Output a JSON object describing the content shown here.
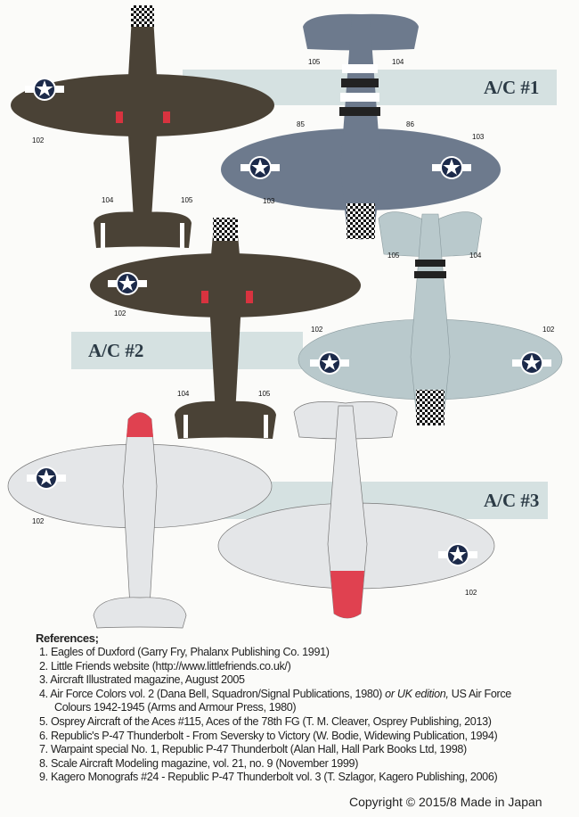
{
  "profiles": [
    {
      "title": "A/C #1"
    },
    {
      "title": "A/C #2"
    },
    {
      "title": "A/C #3"
    }
  ],
  "callouts": {
    "p1": [
      "102",
      "104",
      "105"
    ],
    "p2": [
      "105",
      "104",
      "85",
      "86",
      "103",
      "103"
    ],
    "p3": [
      "102",
      "104",
      "105"
    ],
    "p4": [
      "105",
      "104",
      "102",
      "102"
    ],
    "p5": [
      "102"
    ],
    "p6": [
      "102"
    ]
  },
  "colors": {
    "olive": "#4a4236",
    "grey_blue": "#6d7a8d",
    "light_blue": "#b9c9cc",
    "light_grey": "#e4e6e8",
    "red": "#e04150",
    "band": "#d5e1e1"
  },
  "references": {
    "heading": "References;",
    "items": [
      "1. Eagles of Duxford (Garry Fry, Phalanx Publishing Co. 1991)",
      "2. Little Friends website (http://www.littlefriends.co.uk/)",
      "3. Aircraft Illustrated magazine, August 2005",
      "4. Air Force Colors vol. 2 (Dana Bell, Squadron/Signal Publications, 1980)",
      "5. Osprey Aircraft of the Aces #115, Aces of the 78th FG (T. M. Cleaver, Osprey Publishing, 2013)",
      "6. Republic's P-47 Thunderbolt - From Seversky to Victory (W. Bodie, Widewing Publication, 1994)",
      "7. Warpaint special No. 1, Republic P-47 Thunderbolt (Alan Hall, Hall Park Books Ltd, 1998)",
      "8. Scale Aircraft Modeling magazine, vol. 21, no. 9 (November 1999)",
      "9. Kagero Monografs #24 - Republic P-47 Thunderbolt vol. 3 (T. Szlagor, Kagero Publishing, 2006)"
    ],
    "item4_italic": "or UK edition,",
    "item4_tail": "US Air Force",
    "item4_cont": "Colours 1942-1945 (Arms and Armour Press, 1980)"
  },
  "copyright": "Copyright  © 2015/8 Made in Japan"
}
